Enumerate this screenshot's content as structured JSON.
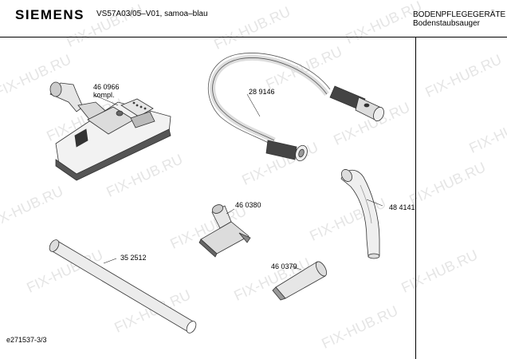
{
  "header": {
    "brand": "SIEMENS",
    "model": "VS57A03/05–V01,  samoa–blau",
    "category_line1": "BODENPFLEGEGERÄTE",
    "category_line2": "Bodenstaubsauger"
  },
  "parts": [
    {
      "number": "46 0966",
      "extra": "kompl."
    },
    {
      "number": "28 9146"
    },
    {
      "number": "48 4141"
    },
    {
      "number": "46 0380"
    },
    {
      "number": "35 2512"
    },
    {
      "number": "46 0379"
    }
  ],
  "footer": {
    "code": "e271537-3/3"
  },
  "watermark": "FIX-HUB.RU"
}
